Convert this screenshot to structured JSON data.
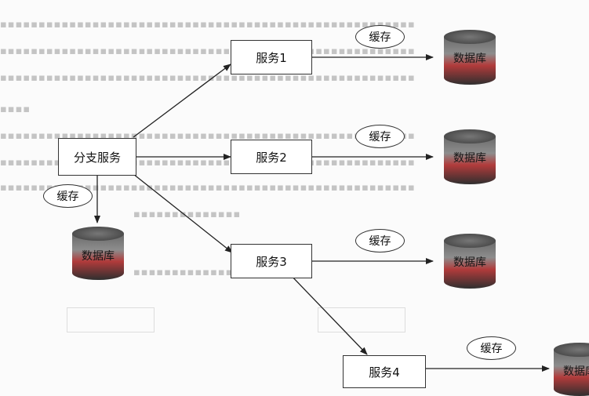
{
  "diagram": {
    "branch_service": "分支服务",
    "services": [
      "服务1",
      "服务2",
      "服务3",
      "服务4"
    ],
    "cache_label": "缓存",
    "database_label": "数据库"
  },
  "colors": {
    "db_top": "#555555",
    "db_red": "#a93a3a",
    "db_dark": "#3b3b3b",
    "line": "#222222"
  }
}
